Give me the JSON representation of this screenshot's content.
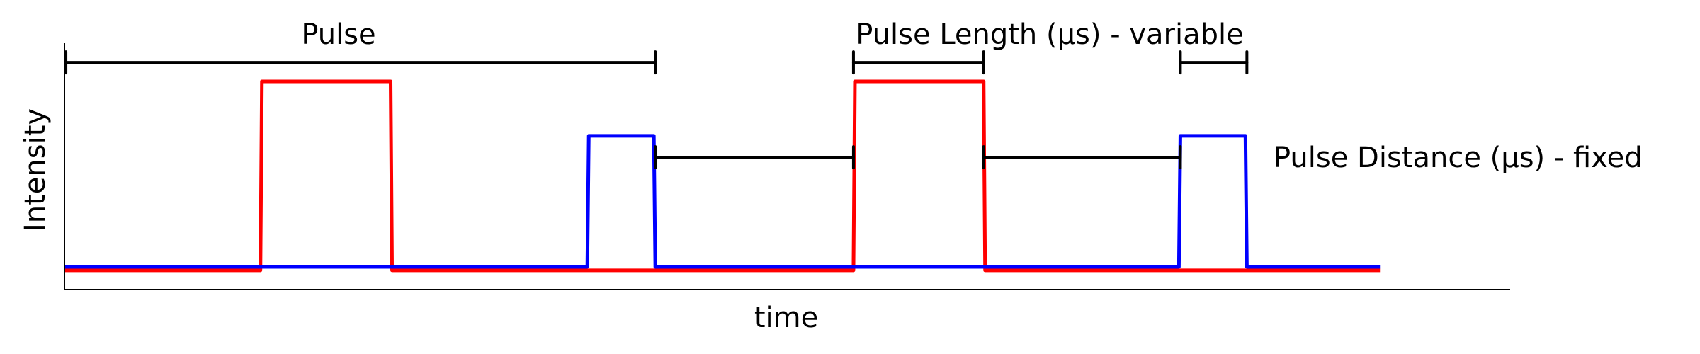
{
  "chart_data": {
    "type": "line",
    "title": "",
    "xlabel": "time",
    "ylabel": "Intensity",
    "xlim": [
      0,
      100
    ],
    "ylim": [
      0,
      1
    ],
    "grid": false,
    "series": [
      {
        "name": "red pulse train",
        "color": "#ff0000",
        "x": [
          0,
          13.6,
          13.7,
          22.6,
          22.7,
          54.6,
          54.7,
          63.6,
          63.7,
          91.0
        ],
        "y": [
          0.078,
          0.078,
          0.845,
          0.845,
          0.078,
          0.078,
          0.845,
          0.845,
          0.078,
          0.078
        ]
      },
      {
        "name": "blue pulse train",
        "color": "#0000ff",
        "x": [
          0,
          36.2,
          36.3,
          40.8,
          40.9,
          77.1,
          77.2,
          81.7,
          81.8,
          91.0
        ],
        "y": [
          0.092,
          0.092,
          0.624,
          0.624,
          0.092,
          0.092,
          0.624,
          0.624,
          0.092,
          0.092
        ]
      }
    ],
    "brackets": [
      {
        "name": "pulse-period",
        "x": [
          0.15,
          40.9
        ],
        "y": 0.922
      },
      {
        "name": "pulse-length-1",
        "x": [
          54.6,
          63.6
        ],
        "y": 0.922
      },
      {
        "name": "pulse-length-2",
        "x": [
          77.2,
          81.8
        ],
        "y": 0.922
      },
      {
        "name": "pulse-distance-1",
        "x": [
          40.9,
          54.6
        ],
        "y": 0.537
      },
      {
        "name": "pulse-distance-2",
        "x": [
          63.6,
          77.2
        ],
        "y": 0.537
      }
    ],
    "annotations": {
      "pulse": "Pulse",
      "pulse_length": "Pulse Length (µs) - variable",
      "pulse_distance": "Pulse Distance (µs) - fixed"
    }
  }
}
